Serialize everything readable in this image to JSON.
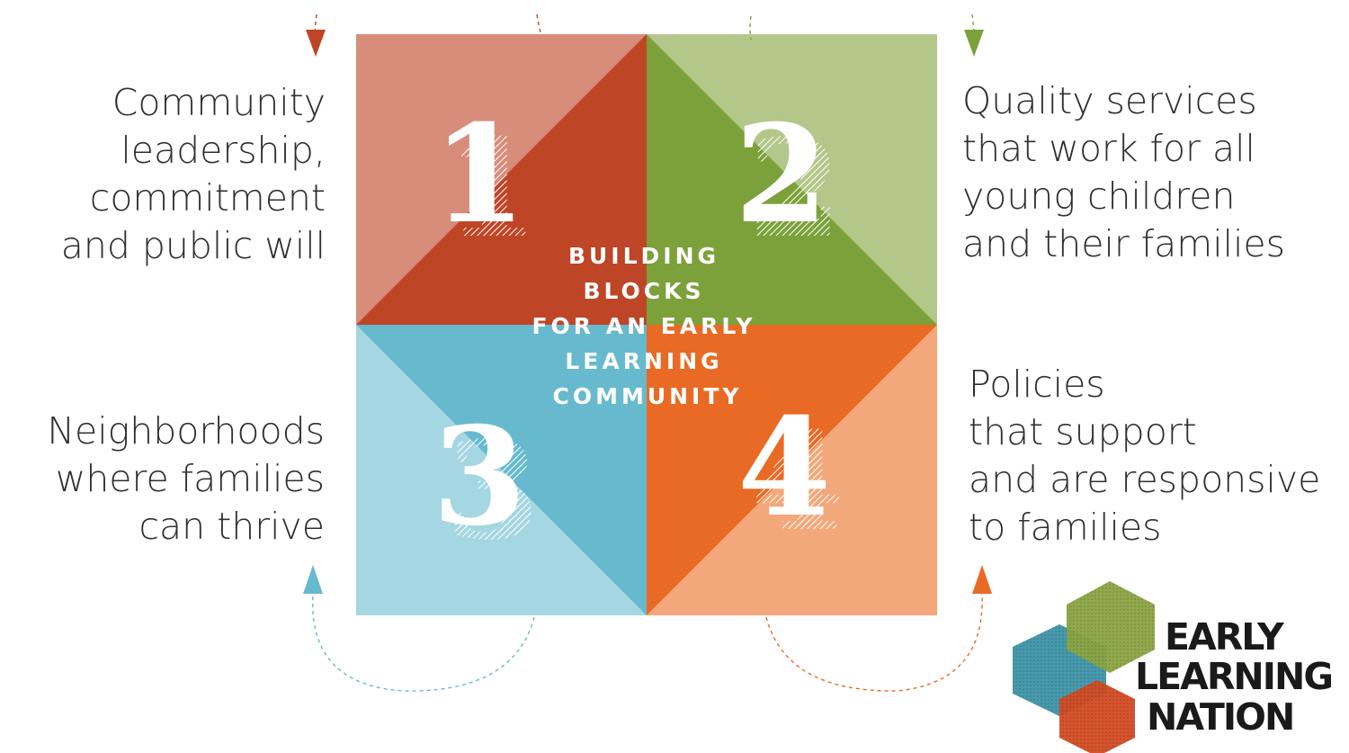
{
  "diagram": {
    "center_title": [
      "BUILDING",
      "BLOCKS",
      "FOR AN EARLY",
      "LEARNING",
      "COMMUNITY"
    ],
    "blocks": [
      {
        "number": "1",
        "caption": [
          "Community",
          "leadership,",
          "commitment",
          "and public will"
        ],
        "color_light": "#D88C7A",
        "color_dark": "#BF4527",
        "arrow_color": "#BF4527"
      },
      {
        "number": "2",
        "caption": [
          "Quality services",
          "that work for all",
          "young children",
          "and their families"
        ],
        "color_light": "#B3C78A",
        "color_dark": "#7CA13A",
        "arrow_color": "#7CA13A"
      },
      {
        "number": "3",
        "caption": [
          "Neighborhoods",
          "where families",
          "can thrive"
        ],
        "color_light": "#A5D7E2",
        "color_dark": "#67BACD",
        "arrow_color": "#67BACD"
      },
      {
        "number": "4",
        "caption": [
          "Policies",
          "that support",
          "and are responsive",
          "to families"
        ],
        "color_light": "#F2A87A",
        "color_dark": "#E96A24",
        "arrow_color": "#E96A24"
      }
    ]
  },
  "logo": {
    "lines": [
      "EARLY",
      "LEARNING",
      "NATION"
    ],
    "icon_name": "hexagon-cluster-icon",
    "colors": {
      "green": "#8BA443",
      "blue": "#3D93A8",
      "red": "#D34B22"
    }
  }
}
